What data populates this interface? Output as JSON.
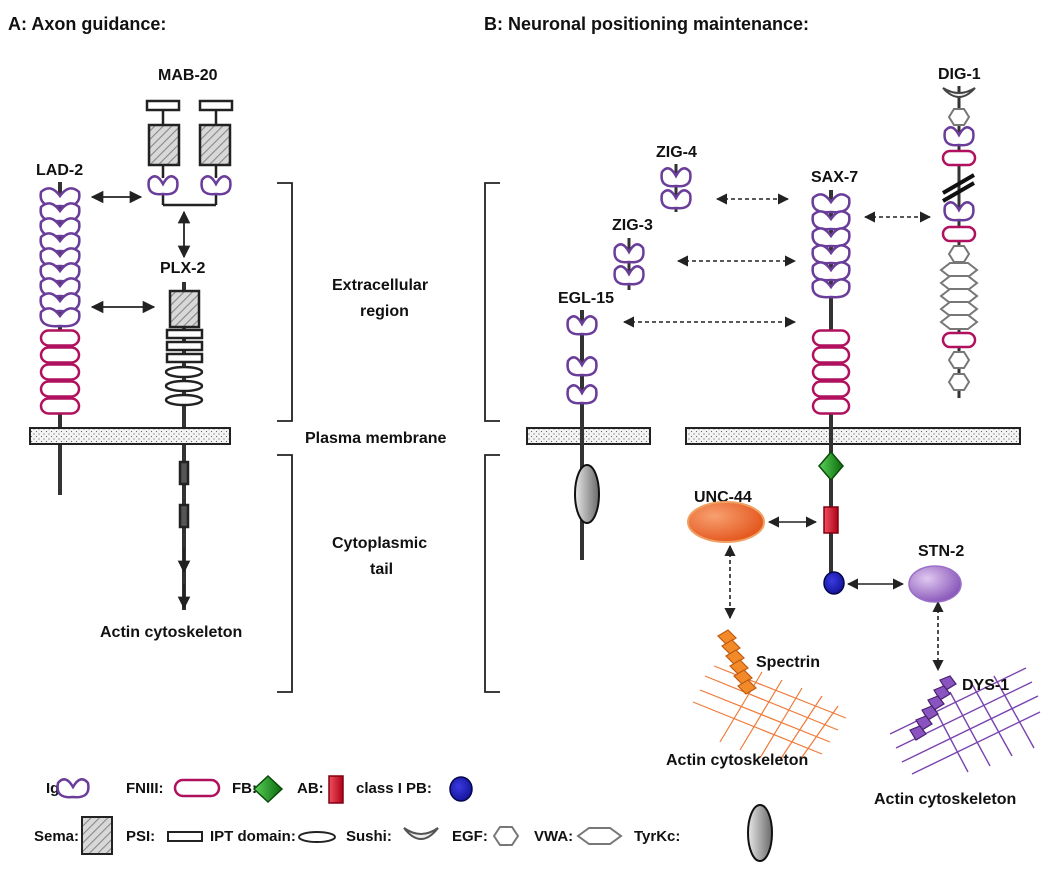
{
  "panels": {
    "a_title": "A: Axon guidance:",
    "b_title": "B: Neuronal positioning maintenance:"
  },
  "regions": {
    "extracellular_line1": "Extracellular",
    "extracellular_line2": "region",
    "membrane": "Plasma membrane",
    "cytoplasmic_line1": "Cytoplasmic",
    "cytoplasmic_line2": "tail"
  },
  "proteins": {
    "mab20": "MAB-20",
    "lad2": "LAD-2",
    "plx2": "PLX-2",
    "zig4": "ZIG-4",
    "zig3": "ZIG-3",
    "egl15": "EGL-15",
    "sax7": "SAX-7",
    "dig1": "DIG-1",
    "unc44": "UNC-44",
    "stn2": "STN-2",
    "spectrin": "Spectrin",
    "dys1": "DYS-1"
  },
  "cytoskeleton": {
    "a": "Actin cytoskeleton",
    "b1": "Actin cytoskeleton",
    "b2": "Actin cytoskeleton"
  },
  "legend": {
    "ig": "Ig:",
    "fniii": "FNIII:",
    "fb": "FB:",
    "ab": "AB:",
    "pb": "class I PB:",
    "sema": "Sema:",
    "psi": "PSI:",
    "ipt": "IPT domain:",
    "sushi": "Sushi:",
    "egf": "EGF:",
    "vwa": "VWA:",
    "tyrkc": "TyrKc:"
  },
  "colors": {
    "ig": "#6a3d9a",
    "fniii": "#b0105e",
    "fb": "#1a8a1a",
    "ab": "#d9132e",
    "pb": "#1010a8",
    "unc44": "#f06a22",
    "stn2": "#9a66c2",
    "spectrin": "#f08a30",
    "dys1": "#7a44b0",
    "domain_gray": "#777777"
  }
}
